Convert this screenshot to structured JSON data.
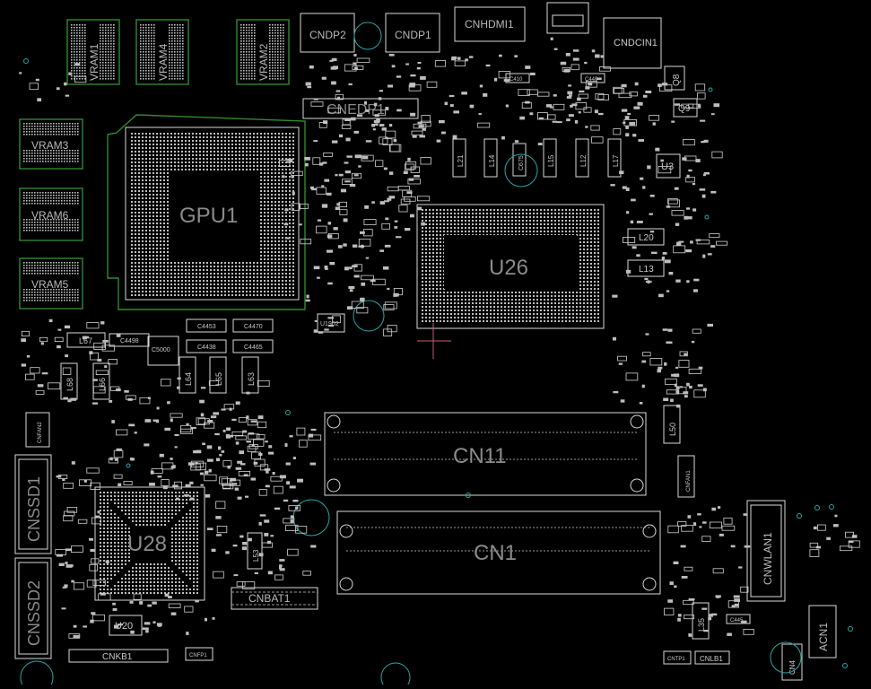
{
  "board": {
    "background": "#000000",
    "silkscreen_color": "#d8d8d8",
    "text_color": "#8a8a8a",
    "gpu_outline_color": "#2f8a2f",
    "via_color": "#2aa6a6",
    "marker_color": "#c0607a"
  },
  "components": {
    "gpu": "GPU1",
    "cpu": "U26",
    "pch": "U28",
    "vram1": "VRAM1",
    "vram2": "VRAM2",
    "vram3": "VRAM3",
    "vram4": "VRAM4",
    "vram5": "VRAM5",
    "vram6": "VRAM6",
    "cn11": "CN11",
    "cn1": "CN1",
    "cnssd1": "CNSSD1",
    "cnssd2": "CNSSD2",
    "cnwlan1": "CNWLAN1",
    "acn1": "ACN1",
    "cnbat1": "CNBAT1",
    "cnkb1": "CNKB1",
    "cnedp1": "CNEDP1",
    "cndp1": "CNDP1",
    "cndp2": "CNDP2",
    "cnhdmi1": "CNHDMI1",
    "cndcin1": "CNDCIN1",
    "u20": "U20",
    "u3": "U3",
    "q8": "Q8",
    "q9": "Q9",
    "u1902": "U1902",
    "c5000": "C5000",
    "cnfp1": "CNFP1",
    "cntp1": "CNTP1",
    "cnlb1": "CNLB1",
    "cnfan1": "CNFAN1",
    "cnfan2": "CNFAN2",
    "cn4": "CN4"
  },
  "small_labels": {
    "l20": "L20",
    "l13": "L13",
    "l67": "L67",
    "l66": "L66",
    "l68": "L68",
    "l64": "L64",
    "l65": "L65",
    "l63": "L63",
    "l50": "L50",
    "l35": "L35",
    "l53": "L53",
    "l15": "L15",
    "l12": "L12",
    "l17": "L17",
    "l14": "L14",
    "l21": "L21",
    "c4453": "C4453",
    "c4470": "C4470",
    "c4438": "C4438",
    "c4465": "C4465",
    "c4498": "C4498",
    "c440": "C440",
    "c410": "C410",
    "c445": "C445",
    "c675": "C675"
  }
}
